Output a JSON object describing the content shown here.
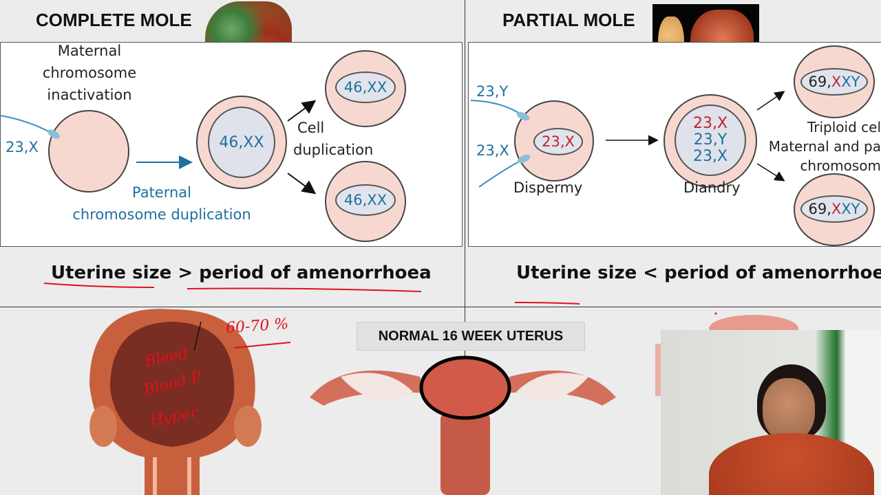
{
  "left": {
    "title": "COMPLETE MOLE",
    "maternal_label": [
      "Maternal",
      "chromosome",
      "inactivation"
    ],
    "sperm_label": "23,X",
    "paternal_label": [
      "Paternal",
      "chromosome duplication"
    ],
    "center_cell": "46,XX",
    "cell_dup_label": [
      "Cell",
      "duplication"
    ],
    "result_top": "46,XX",
    "result_bottom": "46,XX",
    "banner_a": "Uterine size",
    "banner_op": " > ",
    "banner_b": "period of amenorrhoea"
  },
  "right": {
    "title": "PARTIAL MOLE",
    "sperm_top": "23,Y",
    "sperm_bottom": "23,X",
    "egg_cell": "23,X",
    "dispermy_label": "Dispermy",
    "diandry_lines": [
      "23,X",
      "23,Y",
      "23,X"
    ],
    "diandry_label": "Diandry",
    "result_top_num": "69,",
    "result_top_x": "X",
    "result_top_xy": "XY",
    "result_bottom_num": "69,",
    "result_bottom_x": "X",
    "result_bottom_xy": "XY",
    "triploid_label": [
      "Triploid cel",
      "Maternal and pa",
      "chromosom"
    ],
    "banner": "Uterine size < period of amenorrhoea"
  },
  "bottom": {
    "normal_label": "NORMAL 16 WEEK UTERUS",
    "handwritten": [
      "60-70 %",
      "Bleed",
      "Blood P",
      "Hyper"
    ]
  },
  "colors": {
    "annotation_red": "#e0101a",
    "label_blue": "#1f6fa0",
    "label_red": "#c0232d"
  }
}
